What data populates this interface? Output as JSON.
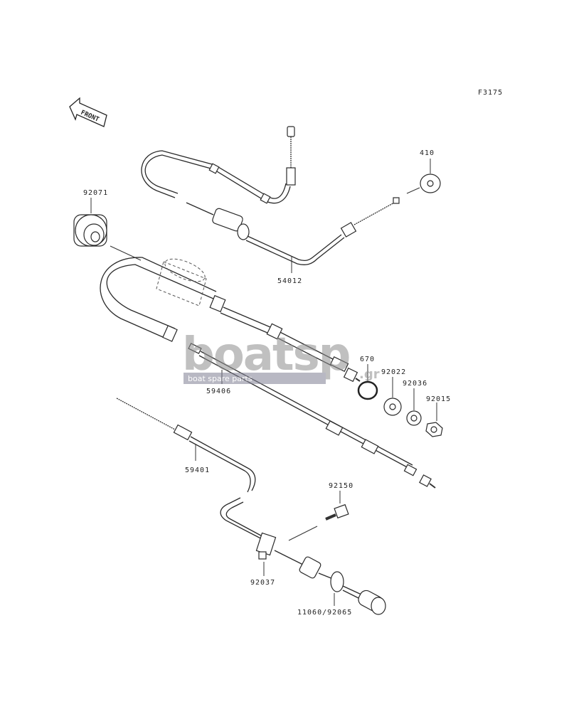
{
  "figure_code": "F3175",
  "front_label": "FRONT",
  "watermark": {
    "brand": "boatsp",
    "suffix": ".gr",
    "tagline": "boat spare parts"
  },
  "callouts": [
    {
      "id": "c410",
      "text": "410"
    },
    {
      "id": "c92071",
      "text": "92071"
    },
    {
      "id": "c54012",
      "text": "54012"
    },
    {
      "id": "c670",
      "text": "670"
    },
    {
      "id": "c92022",
      "text": "92022"
    },
    {
      "id": "c92036",
      "text": "92036"
    },
    {
      "id": "c92015",
      "text": "92015"
    },
    {
      "id": "c59406",
      "text": "59406"
    },
    {
      "id": "c59401",
      "text": "59401"
    },
    {
      "id": "c92150",
      "text": "92150"
    },
    {
      "id": "c92037",
      "text": "92037"
    },
    {
      "id": "c11060",
      "text": "11060/92065"
    }
  ]
}
